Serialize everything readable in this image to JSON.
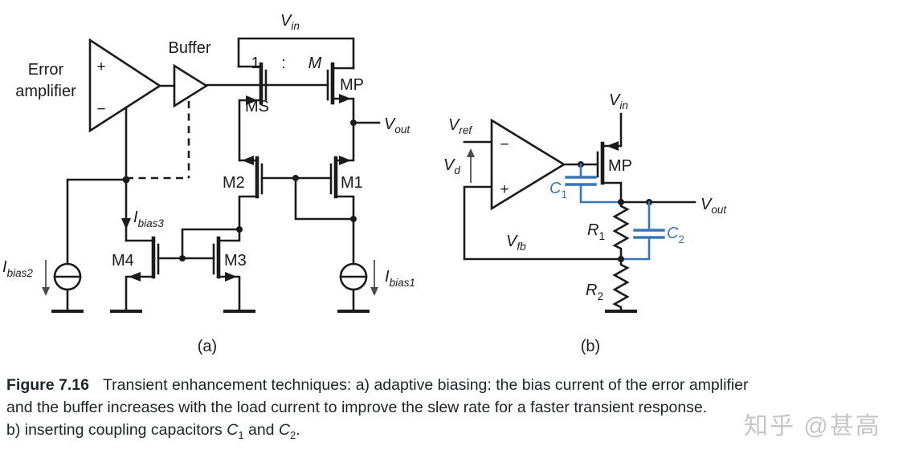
{
  "figure": {
    "circuit_a": {
      "error_amp_label_line1": "Error",
      "error_amp_label_line2": "amplifier",
      "plus": "+",
      "minus": "−",
      "buffer_label": "Buffer",
      "ratio_one": "1",
      "ratio_colon": ":",
      "ratio_m": "M",
      "vin": {
        "main": "V",
        "sub": "in"
      },
      "vout": {
        "main": "V",
        "sub": "out"
      },
      "ms": "MS",
      "mp": "MP",
      "m1": "M1",
      "m2": "M2",
      "m3": "M3",
      "m4": "M4",
      "ibias1": {
        "main": "I",
        "sub": "bias1"
      },
      "ibias2": {
        "main": "I",
        "sub": "bias2"
      },
      "ibias3": {
        "main": "I",
        "sub": "bias3"
      },
      "sublabel": "(a)"
    },
    "circuit_b": {
      "vref": {
        "main": "V",
        "sub": "ref"
      },
      "vd": {
        "main": "V",
        "sub": "d"
      },
      "vfb": {
        "main": "V",
        "sub": "fb"
      },
      "vin": {
        "main": "V",
        "sub": "in"
      },
      "vout": {
        "main": "V",
        "sub": "out"
      },
      "mp": "MP",
      "c1": {
        "main": "C",
        "sub": "1"
      },
      "c2": {
        "main": "C",
        "sub": "2"
      },
      "r1": {
        "main": "R",
        "sub": "1"
      },
      "r2": {
        "main": "R",
        "sub": "2"
      },
      "plus": "+",
      "minus": "−",
      "sublabel": "(b)"
    },
    "colors": {
      "accent_blue": "#3377b8",
      "line_black": "#1b1b1b"
    }
  },
  "caption": {
    "figure_number": "Figure 7.16",
    "line1_rest": "Transient enhancement techniques: a) adaptive biasing: the bias current of the error amplifier",
    "line2": "and the buffer increases with the load current to improve the slew rate for a faster transient response.",
    "line3_prefix": "b) inserting coupling capacitors ",
    "c1_main": "C",
    "c1_sub": "1",
    "line3_and": " and ",
    "c2_main": "C",
    "c2_sub": "2",
    "line3_end": "."
  },
  "watermark": "知乎 @甚高"
}
